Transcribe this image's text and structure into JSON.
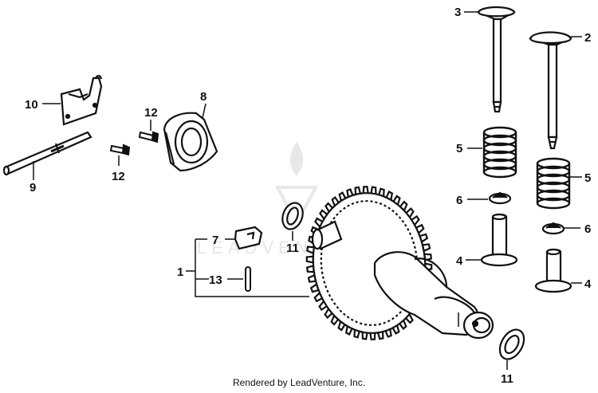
{
  "callouts": {
    "c1": "1",
    "c2": "2",
    "c3": "3",
    "c4a": "4",
    "c4b": "4",
    "c5a": "5",
    "c5b": "5",
    "c6a": "6",
    "c6b": "6",
    "c7": "7",
    "c8": "8",
    "c9": "9",
    "c10": "10",
    "c11a": "11",
    "c11b": "11",
    "c12a": "12",
    "c12b": "12",
    "c13": "13"
  },
  "footer": {
    "text": "Rendered by LeadVenture, Inc."
  },
  "watermark": {
    "text": "LEADVENTURE"
  },
  "colors": {
    "ink": "#111111",
    "watermark": "#e4e4e4",
    "background": "#ffffff"
  }
}
